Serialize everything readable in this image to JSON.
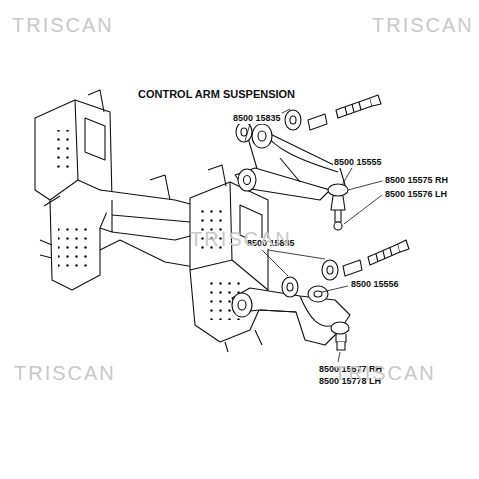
{
  "diagram": {
    "title": "CONTROL ARM SUSPENSION",
    "labels": [
      "8500 15835",
      "8500 15555",
      "8500 15575 RH",
      "8500 15576 LH",
      "8500 15835",
      "8500 15556",
      "8500 15577 RH",
      "8500 15778 LH",
      "TRISCAN",
      "TRISCAN",
      "TRISCAN",
      "TRISCAN",
      "TRISCAN"
    ]
  }
}
